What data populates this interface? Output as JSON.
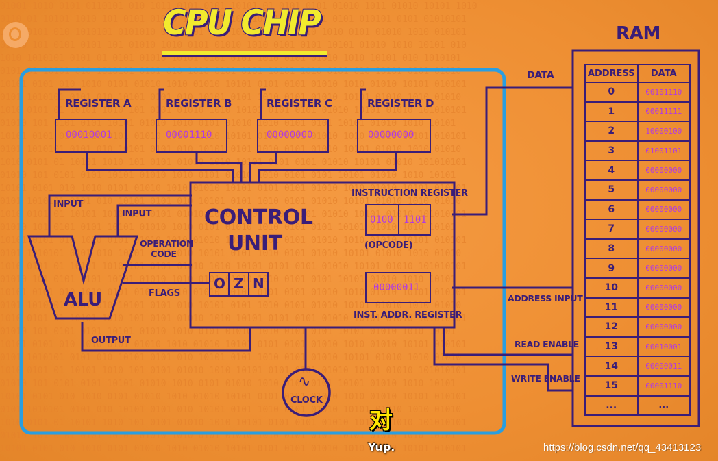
{
  "title": "CPU CHIP",
  "ram_title": "RAM",
  "registers": [
    {
      "label": "REGISTER A",
      "value": "00010001"
    },
    {
      "label": "REGISTER B",
      "value": "00001110"
    },
    {
      "label": "REGISTER C",
      "value": "00000000"
    },
    {
      "label": "REGISTER D",
      "value": "00000000"
    }
  ],
  "control_unit": {
    "line1": "CONTROL",
    "line2": "UNIT"
  },
  "instruction_register": {
    "label": "INSTRUCTION REGISTER",
    "opcode": "0100",
    "operand": "1101",
    "opcode_label": "(OPCODE)"
  },
  "inst_addr_register": {
    "label": "INST. ADDR. REGISTER",
    "value": "00000011"
  },
  "flags": {
    "o": "O",
    "z": "Z",
    "n": "N"
  },
  "alu": {
    "label": "ALU",
    "input1": "INPUT",
    "input2": "INPUT",
    "operation_code": "OPERATION CODE",
    "flags": "FLAGS",
    "output": "OUTPUT"
  },
  "clock": {
    "label": "CLOCK",
    "symbol": "∿"
  },
  "bus_labels": {
    "data": "DATA",
    "address_input": "ADDRESS INPUT",
    "read_enable": "READ ENABLE",
    "write_enable": "WRITE ENABLE"
  },
  "ram": {
    "headers": [
      "ADDRESS",
      "DATA"
    ],
    "rows": [
      [
        "0",
        "00101110"
      ],
      [
        "1",
        "00011111"
      ],
      [
        "2",
        "10000100"
      ],
      [
        "3",
        "01001101"
      ],
      [
        "4",
        "00000000"
      ],
      [
        "5",
        "00000000"
      ],
      [
        "6",
        "00000000"
      ],
      [
        "7",
        "00000000"
      ],
      [
        "8",
        "00000000"
      ],
      [
        "9",
        "00000000"
      ],
      [
        "10",
        "00000000"
      ],
      [
        "11",
        "00000000"
      ],
      [
        "12",
        "00000000"
      ],
      [
        "13",
        "00010001"
      ],
      [
        "14",
        "00000011"
      ],
      [
        "15",
        "00001110"
      ],
      [
        "...",
        "..."
      ]
    ]
  },
  "subtitle_cn": "对",
  "subtitle_en": "Yup.",
  "watermark": "https://blog.csdn.net/qq_43413123",
  "colors": {
    "background": "#f0943a",
    "ink": "#3a1d78",
    "value": "#b23ae0",
    "title": "#f2ea2e",
    "cpu_border": "#2a9ee0"
  }
}
